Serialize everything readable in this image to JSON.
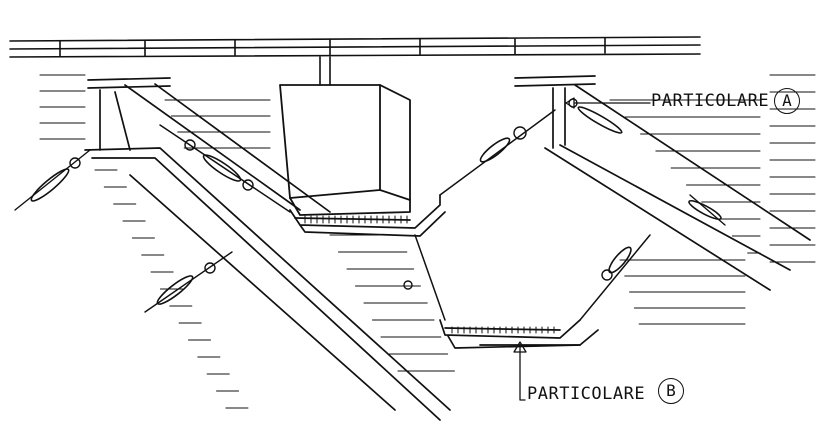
{
  "callouts": [
    {
      "id": "A",
      "label": "PARTICOLARE",
      "badge": "A"
    },
    {
      "id": "B",
      "label": "PARTICOLARE",
      "badge": "B"
    }
  ],
  "ink_color": "#111111",
  "paper_color": "#ffffff"
}
